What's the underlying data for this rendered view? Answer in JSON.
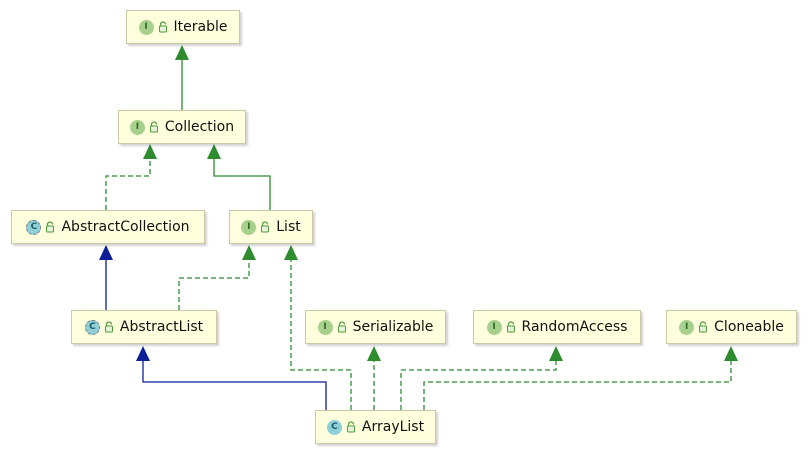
{
  "nodes": {
    "iterable": {
      "name": "Iterable",
      "badge": "I"
    },
    "collection": {
      "name": "Collection",
      "badge": "I"
    },
    "abstract_collection": {
      "name": "AbstractCollection",
      "badge": "C"
    },
    "list": {
      "name": "List",
      "badge": "I"
    },
    "abstract_list": {
      "name": "AbstractList",
      "badge": "C"
    },
    "serializable": {
      "name": "Serializable",
      "badge": "I"
    },
    "random_access": {
      "name": "RandomAccess",
      "badge": "I"
    },
    "cloneable": {
      "name": "Cloneable",
      "badge": "I"
    },
    "array_list": {
      "name": "ArrayList",
      "badge": "C"
    }
  },
  "colors": {
    "implements_edge": "#2e8b2e",
    "interface_extends_edge": "#2e8b2e",
    "class_extends_edge": "#0b1f96",
    "node_fill": "#ffffdd"
  }
}
